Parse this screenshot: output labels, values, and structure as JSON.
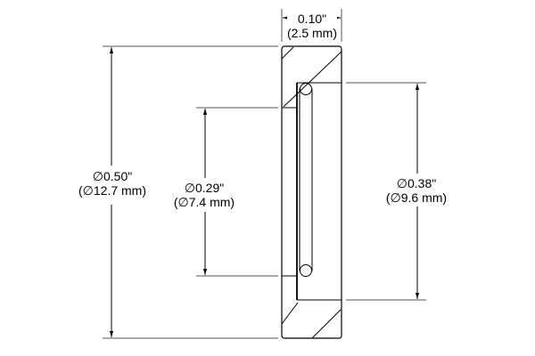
{
  "dimensions": {
    "thickness": {
      "imperial": "0.10\"",
      "metric": "(2.5 mm)"
    },
    "outer_diameter": {
      "imperial": "∅0.50\"",
      "metric": "(∅12.7 mm)"
    },
    "clear_aperture": {
      "imperial": "∅0.29\"",
      "metric": "(∅7.4 mm)"
    },
    "inner_diameter": {
      "imperial": "∅0.38\"",
      "metric": "(∅9.6 mm)"
    }
  }
}
